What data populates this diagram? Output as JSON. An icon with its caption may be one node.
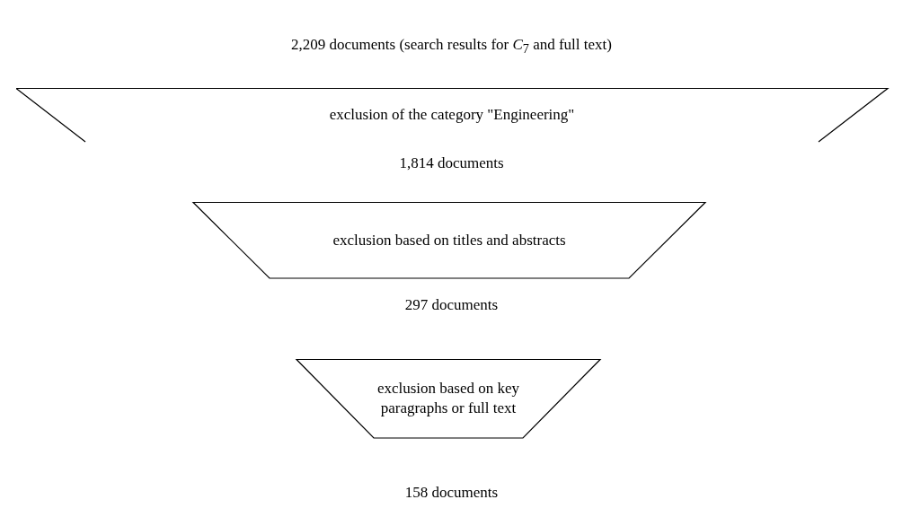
{
  "diagram": {
    "title": "2,209 documents (search results for *C*$_{7}$ and full text)",
    "nodes": [
      {
        "text": [
          "exclusion of the category \"Engineering\""
        ]
      },
      {
        "text": [
          "exclusion based on titles and abstracts"
        ]
      },
      {
        "text": [
          "exclusion based on key paragraphs or full text"
        ]
      }
    ],
    "labels": [
      "1,814 documents",
      "297 documents",
      "158 documents"
    ]
  }
}
